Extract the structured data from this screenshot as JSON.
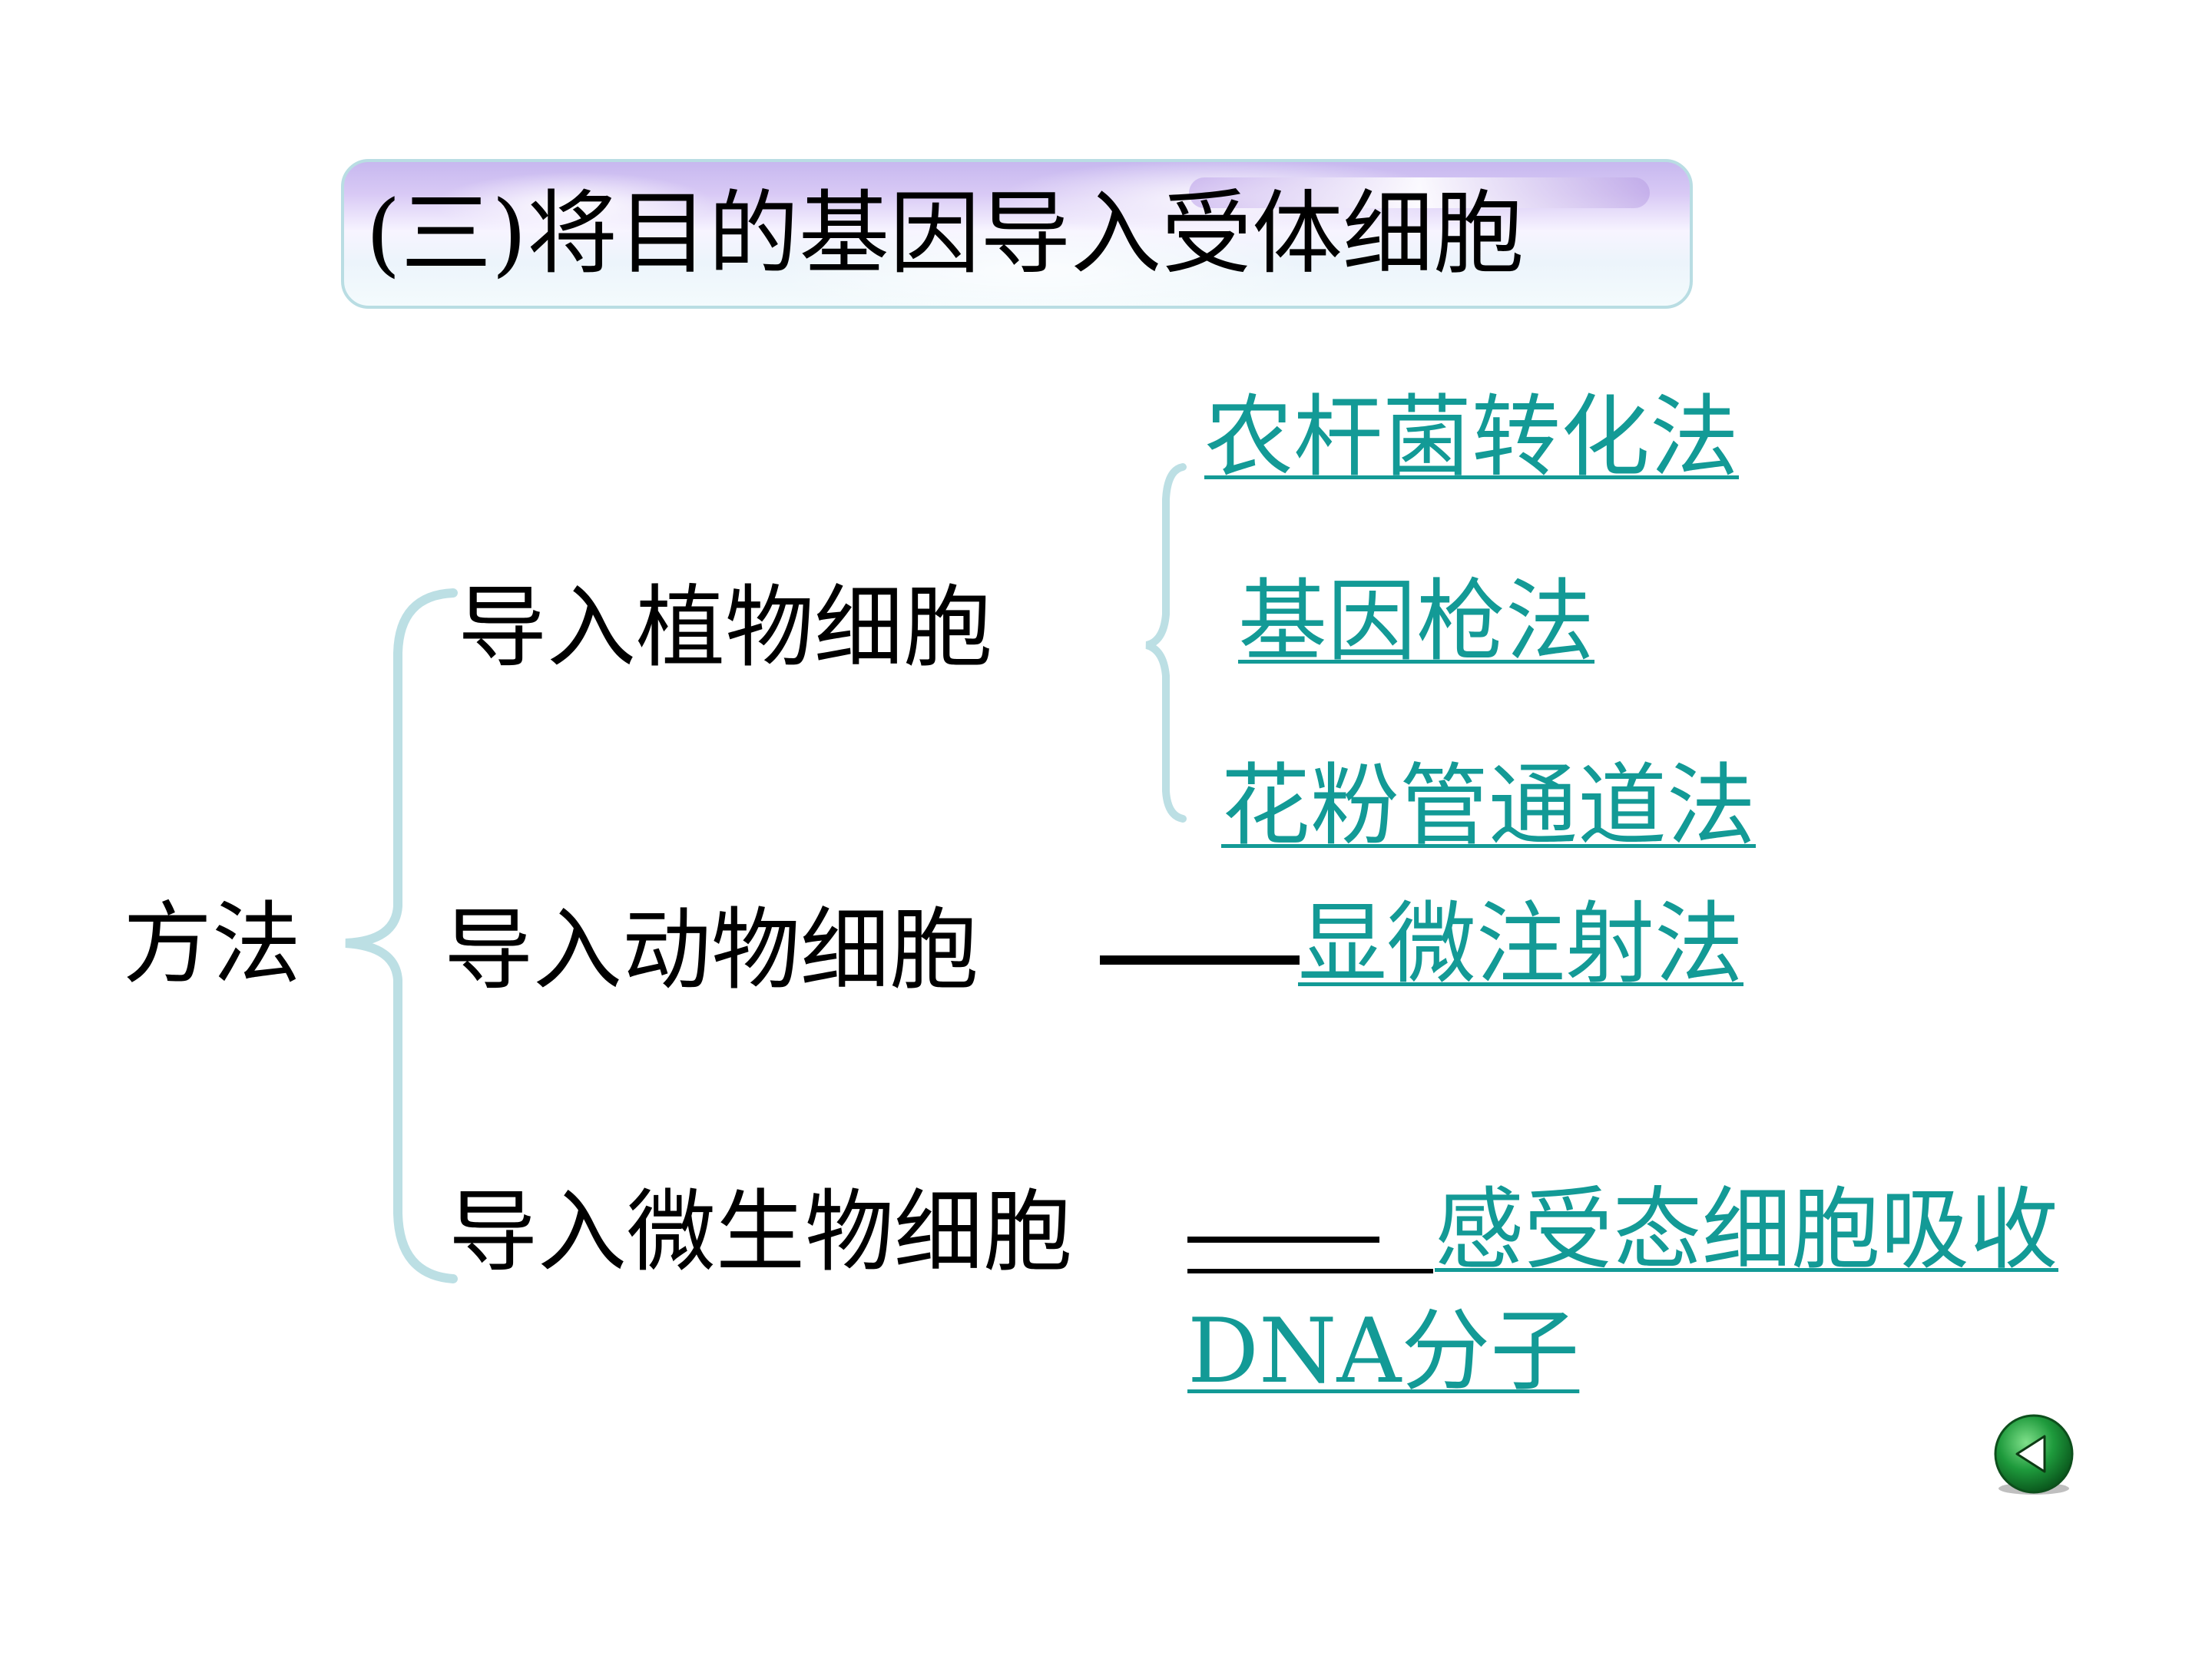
{
  "title": "(三)将目的基因导入受体细胞",
  "root_label": "方法",
  "branches": {
    "plant": {
      "label": "导入植物细胞",
      "methods": [
        "农杆菌转化法",
        "基因枪法",
        "花粉管通道法"
      ]
    },
    "animal": {
      "label": "导入动物细胞",
      "connector": "——",
      "method": "显微注射法"
    },
    "microbe": {
      "label": "导入微生物细胞",
      "connector": "——",
      "method_line1": "感受态细胞吸收",
      "method_line2": "DNA分子"
    }
  },
  "colors": {
    "link": "#139a96",
    "brace": "#bcdfe4",
    "button": "#1e9a3c"
  },
  "icons": {
    "back": "back-arrow-icon"
  }
}
